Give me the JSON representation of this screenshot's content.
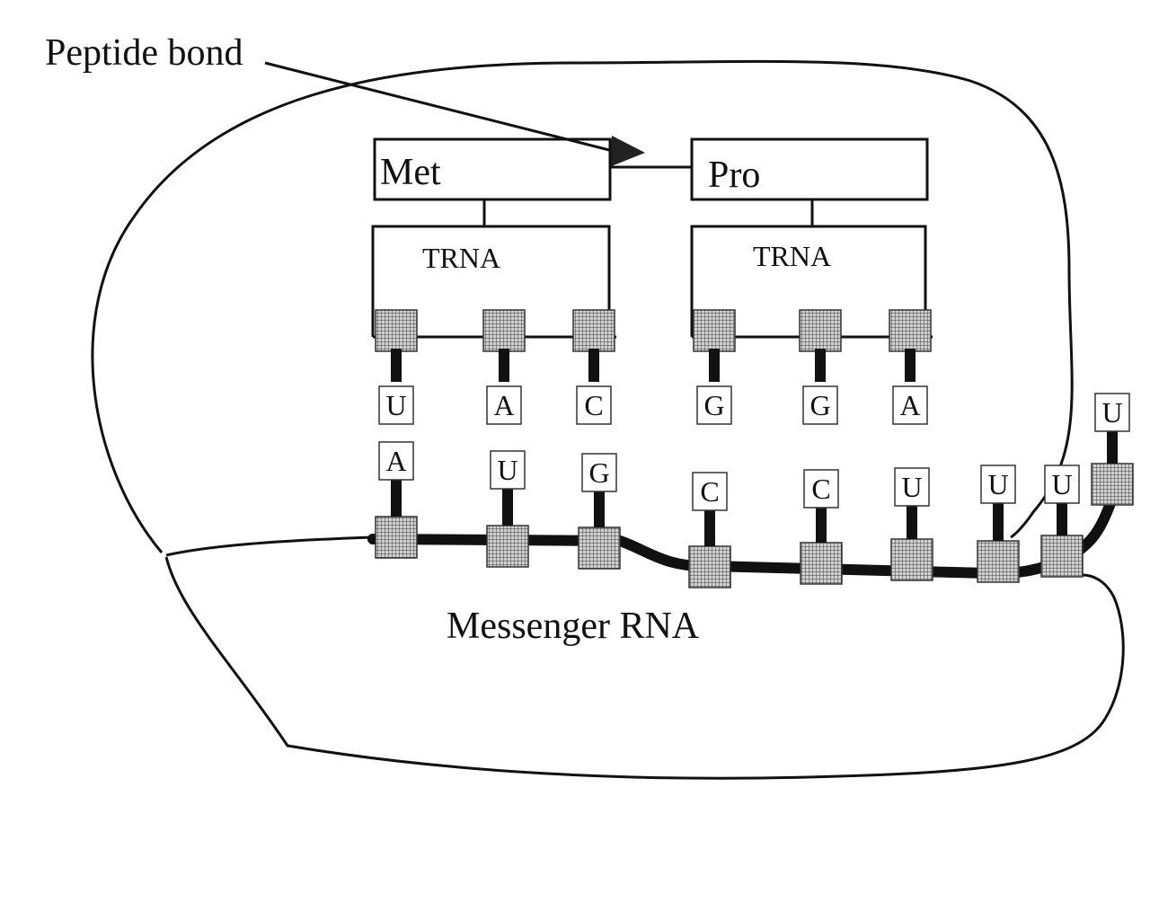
{
  "labels": {
    "peptide_bond": "Peptide bond",
    "messenger_rna": "Messenger RNA"
  },
  "trna": [
    {
      "amino_acid": "Met",
      "name": "TRNA",
      "anticodon": [
        "U",
        "A",
        "C"
      ]
    },
    {
      "amino_acid": "Pro",
      "name": "TRNA",
      "anticodon": [
        "G",
        "G",
        "A"
      ]
    }
  ],
  "mrna": {
    "codons": [
      "A",
      "U",
      "G",
      "C",
      "C",
      "U",
      "U",
      "U",
      "U"
    ]
  },
  "colors": {
    "line": "#111111",
    "nucleotide_fill": "#9a9a9a",
    "background": "#ffffff"
  }
}
